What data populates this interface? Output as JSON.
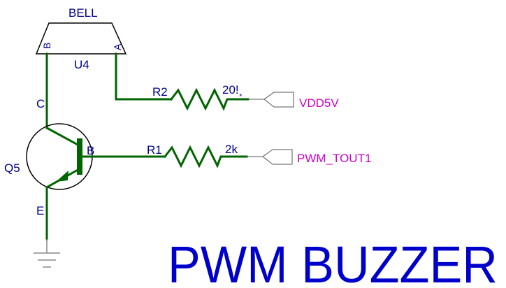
{
  "bell": {
    "name": "BELL",
    "ref": "U4",
    "pin_b": "B",
    "pin_a": "A"
  },
  "q5": {
    "ref": "Q5",
    "collector": "C",
    "base": "B",
    "emitter": "E"
  },
  "r2": {
    "ref": "R2",
    "value": "20!¸"
  },
  "r1": {
    "ref": "R1",
    "value": "2k"
  },
  "nets": {
    "vdd": "VDD5V",
    "pwm": "PWM_TOUT1"
  },
  "title": "PWM BUZZER",
  "colors": {
    "wire": "#006400",
    "label": "#00008B",
    "net_label": "#CC00CC",
    "title": "#0000CC"
  }
}
